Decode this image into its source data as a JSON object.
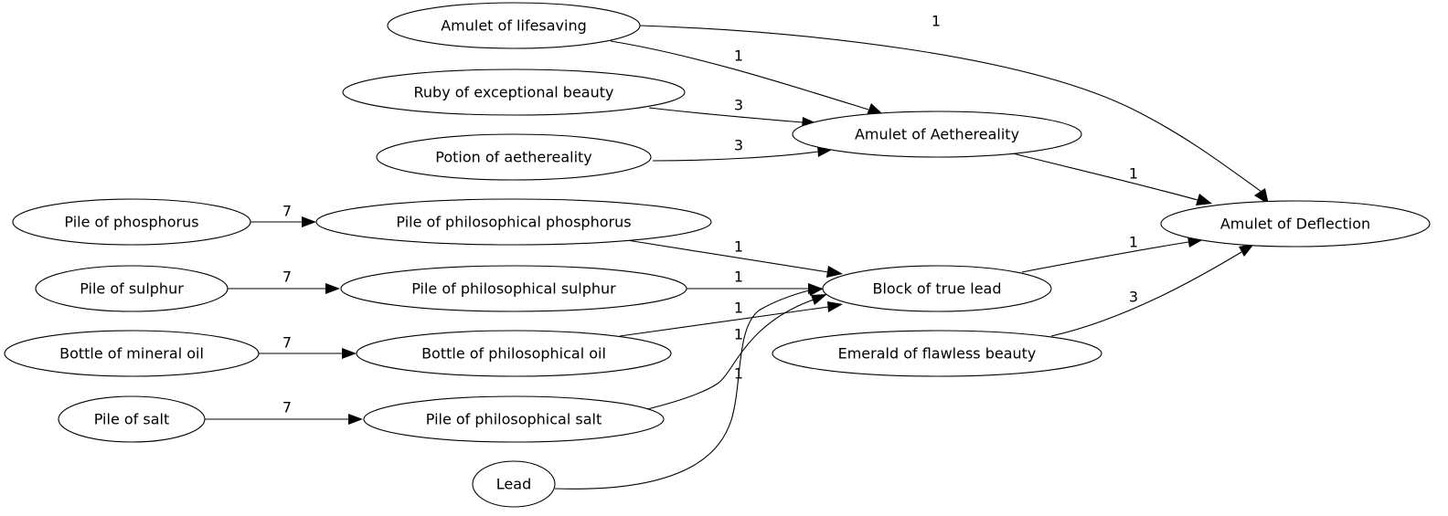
{
  "diagram": {
    "nodes": [
      {
        "id": "amulet_lifesaving",
        "label": "Amulet of lifesaving"
      },
      {
        "id": "ruby",
        "label": "Ruby of exceptional beauty"
      },
      {
        "id": "potion_aethereality",
        "label": "Potion of aethereality"
      },
      {
        "id": "amulet_aethereality",
        "label": "Amulet of Aethereality"
      },
      {
        "id": "amulet_deflection",
        "label": "Amulet of Deflection"
      },
      {
        "id": "pile_phosphorus",
        "label": "Pile of phosphorus"
      },
      {
        "id": "phil_phosphorus",
        "label": "Pile of philosophical phosphorus"
      },
      {
        "id": "pile_sulphur",
        "label": "Pile of sulphur"
      },
      {
        "id": "phil_sulphur",
        "label": "Pile of philosophical sulphur"
      },
      {
        "id": "block_true_lead",
        "label": "Block of true lead"
      },
      {
        "id": "bottle_mineral_oil",
        "label": "Bottle of mineral oil"
      },
      {
        "id": "phil_oil",
        "label": "Bottle of philosophical oil"
      },
      {
        "id": "emerald",
        "label": "Emerald of flawless beauty"
      },
      {
        "id": "pile_salt",
        "label": "Pile of salt"
      },
      {
        "id": "phil_salt",
        "label": "Pile of philosophical salt"
      },
      {
        "id": "lead",
        "label": "Lead"
      }
    ],
    "edges": [
      {
        "from": "amulet_lifesaving",
        "to": "amulet_deflection",
        "label": "1"
      },
      {
        "from": "amulet_lifesaving",
        "to": "amulet_aethereality",
        "label": "1"
      },
      {
        "from": "ruby",
        "to": "amulet_aethereality",
        "label": "3"
      },
      {
        "from": "potion_aethereality",
        "to": "amulet_aethereality",
        "label": "3"
      },
      {
        "from": "amulet_aethereality",
        "to": "amulet_deflection",
        "label": "1"
      },
      {
        "from": "pile_phosphorus",
        "to": "phil_phosphorus",
        "label": "7"
      },
      {
        "from": "phil_phosphorus",
        "to": "block_true_lead",
        "label": "1"
      },
      {
        "from": "block_true_lead",
        "to": "amulet_deflection",
        "label": "1"
      },
      {
        "from": "pile_sulphur",
        "to": "phil_sulphur",
        "label": "7"
      },
      {
        "from": "phil_sulphur",
        "to": "block_true_lead",
        "label": "1"
      },
      {
        "from": "emerald",
        "to": "amulet_deflection",
        "label": "3"
      },
      {
        "from": "bottle_mineral_oil",
        "to": "phil_oil",
        "label": "7"
      },
      {
        "from": "phil_oil",
        "to": "block_true_lead",
        "label": "1"
      },
      {
        "from": "phil_salt",
        "to": "block_true_lead",
        "label": "1"
      },
      {
        "from": "pile_salt",
        "to": "phil_salt",
        "label": "7"
      },
      {
        "from": "lead",
        "to": "block_true_lead",
        "label": "1"
      }
    ]
  }
}
